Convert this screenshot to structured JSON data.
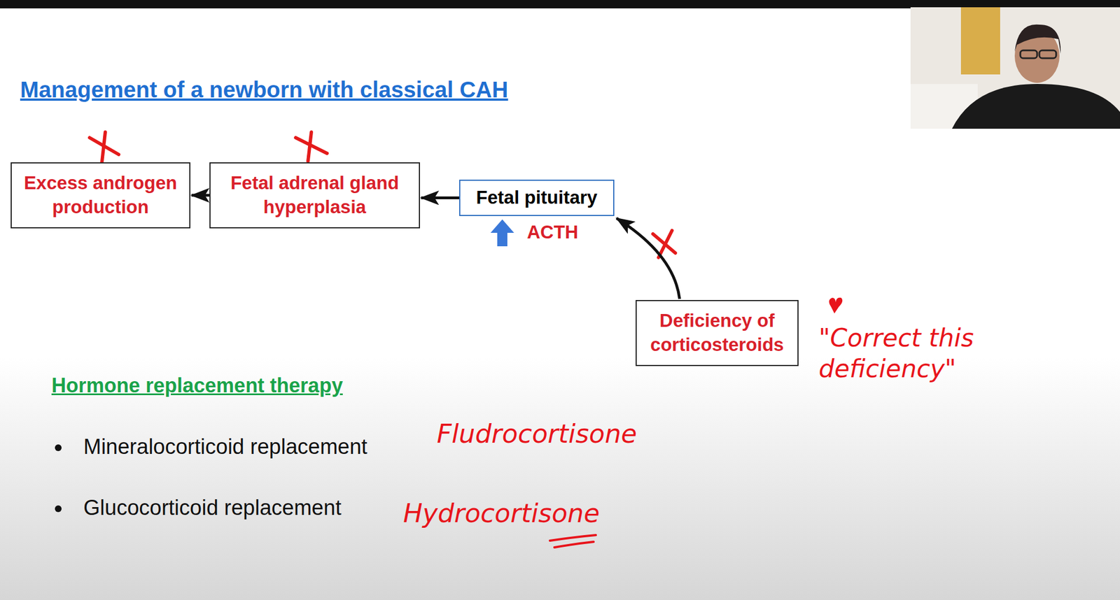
{
  "diagram": {
    "title": "Management of a newborn with classical CAH",
    "nodes": [
      {
        "text": [
          "Excess androgen production"
        ]
      },
      {
        "text": [
          "Fetal adrenal gland hyperplasia"
        ]
      },
      {
        "text": [
          "Fetal pituitary"
        ]
      },
      {
        "text": [
          "Deficiency of corticosteroids"
        ]
      }
    ],
    "edges": [
      {
        "from": 2,
        "to": 1,
        "arrow": "to"
      },
      {
        "from": 1,
        "to": 0,
        "arrow": "to"
      },
      {
        "from": 3,
        "to": 2,
        "arrow": "to"
      }
    ],
    "labels": [
      "ACTH",
      "\"Correct this deficiency\"",
      "Hormone replacement therapy",
      "Mineralocorticoid replacement",
      "Fludrocortisone",
      "Glucocorticoid replacement",
      "Hydrocortisone"
    ]
  }
}
